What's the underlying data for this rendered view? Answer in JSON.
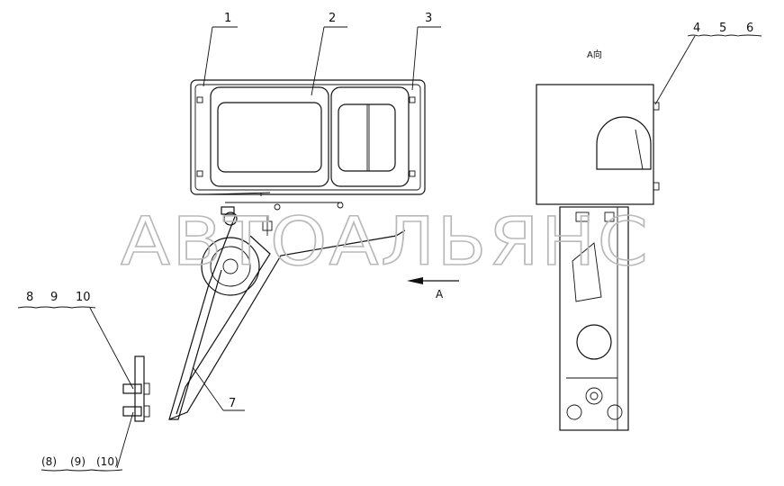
{
  "diagram": {
    "callouts_top": [
      "1",
      "2",
      "3"
    ],
    "callouts_right": [
      "4",
      "5",
      "6"
    ],
    "callouts_left": [
      "8",
      "9",
      "10"
    ],
    "callouts_bottom": [
      "(8)",
      "(9)",
      "(10)"
    ],
    "callout_bracket": "7",
    "view_label": "A向",
    "arrow_label": "A"
  },
  "watermark": "АВТОАЛЬЯНС"
}
